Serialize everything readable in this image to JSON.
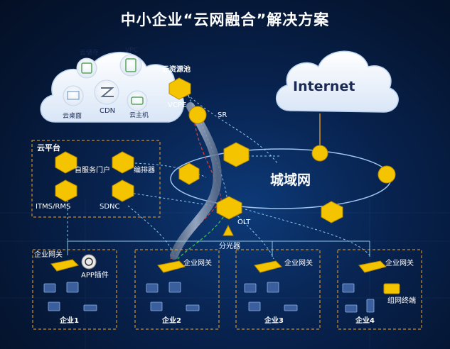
{
  "title": "中小企业“云网融合”解决方案",
  "cloud": {
    "services": [
      "云储存",
      "VPC",
      "云桌面",
      "CDN",
      "云主机"
    ],
    "pool_label": "云资源池",
    "vcpe": "VCPE"
  },
  "platform": {
    "label": "云平台",
    "portal": "自服务门户",
    "orchestrator": "编排器",
    "itms": "ITMS/RMS",
    "sdnc": "SDNC"
  },
  "network": {
    "sr": "SR",
    "metro": "城域网",
    "olt": "OLT",
    "splitter": "分光器",
    "internet": "Internet"
  },
  "enterprises": [
    {
      "name": "企业1",
      "gateway": "企业网关",
      "extra": "APP插件"
    },
    {
      "name": "企业2",
      "gateway": "企业网关"
    },
    {
      "name": "企业3",
      "gateway": "企业网关"
    },
    {
      "name": "企业4",
      "gateway": "企业网关",
      "extra": "组网终端"
    }
  ],
  "colors": {
    "accent_yellow": "#f5c400",
    "link_dashed": "#8ec9e8",
    "link_red": "#e83a2a",
    "link_green": "#39c24a",
    "ring": "#9fc4ee"
  }
}
